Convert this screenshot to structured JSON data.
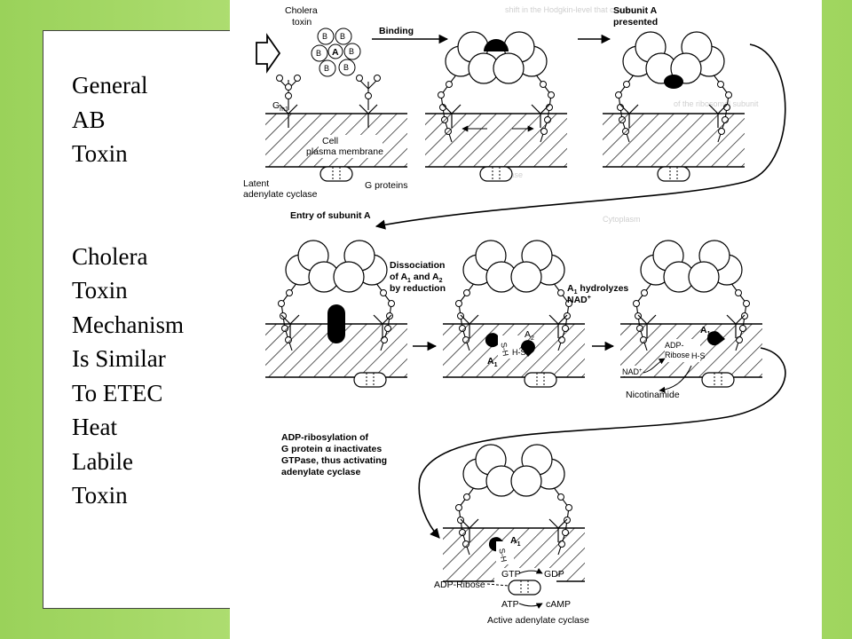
{
  "slide": {
    "lines_a": [
      "General",
      "AB",
      "Toxin"
    ],
    "lines_b": [
      "Cholera",
      "Toxin",
      "Mechanism",
      "Is Similar",
      "To ETEC",
      "Heat",
      "Labile",
      "Toxin"
    ]
  },
  "diagram": {
    "cholera_toxin_label": [
      "Cholera",
      "toxin"
    ],
    "subunit_b": "B",
    "subunit_a": "A",
    "binding": "Binding",
    "subunit_a_presented": [
      "Subunit A",
      "presented"
    ],
    "gm1": "G",
    "gm1_sub": "m1",
    "cell_membrane": [
      "Cell",
      "plasma membrane"
    ],
    "latent_cyclase": [
      "Latent",
      "adenylate cyclase"
    ],
    "g_proteins": "G proteins",
    "entry_subunit_a": "Entry of subunit A",
    "dissociation": [
      "Dissociation",
      "of A",
      "and A",
      "by reduction"
    ],
    "a1": "A",
    "a1_sub": "1",
    "a2_sub": "2",
    "a1_hydrolyzes": [
      "A",
      "hydrolyzes",
      "NAD"
    ],
    "sh": "S-H",
    "hs": "H-S",
    "adp_ribose_box": [
      "ADP-",
      "Ribose"
    ],
    "nad_plus": "NAD",
    "nicotinamide": "Nicotinamide",
    "adp_ribosylation": [
      "ADP-ribosylation of",
      "G protein α inactivates",
      "GTPase, thus activating",
      "adenylate cyclase"
    ],
    "gtp": "GTP",
    "gdp": "GDP",
    "atp": "ATP",
    "camp": "cAMP",
    "adp_ribose": "ADP-Ribose",
    "active_cyclase": "Active adenylate cyclase",
    "plus": "+"
  },
  "colors": {
    "background": "#9ad25a",
    "panel": "#ffffff",
    "ink": "#000000"
  }
}
